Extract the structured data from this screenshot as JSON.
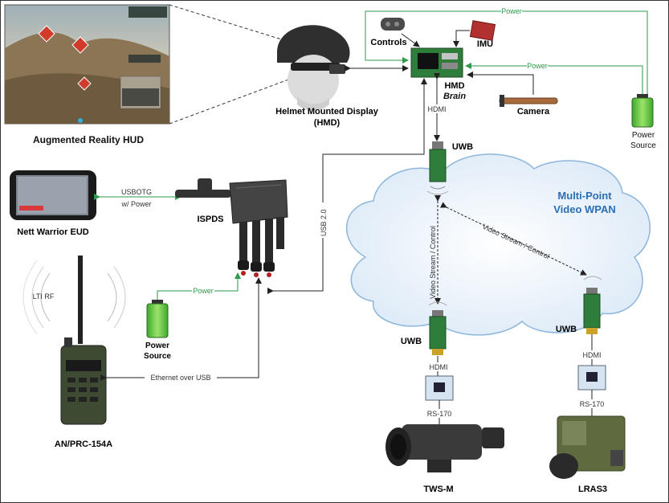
{
  "hud": {
    "title": "Augmented Reality HUD"
  },
  "hmd": {
    "label_line1": "Helmet Mounted Display",
    "label_line2": "(HMD)"
  },
  "brain": {
    "label_line1": "HMD",
    "label_line2": "Brain",
    "controls": "Controls",
    "imu": "IMU",
    "camera": "Camera"
  },
  "power_source_top": {
    "label_line1": "Power",
    "label_line2": "Source"
  },
  "power_source_left": {
    "label_line1": "Power",
    "label_line2": "Source"
  },
  "nett_warrior": {
    "label": "Nett Warrior EUD"
  },
  "ispds": {
    "label": "ISPDS"
  },
  "radio": {
    "label": "AN/PRC-154A",
    "rf_label": "LTI RF"
  },
  "cloud": {
    "line1": "Multi-Point",
    "line2": "Video WPAN"
  },
  "devices": {
    "tws": "TWS-M",
    "lras": "LRAS3"
  },
  "connections": {
    "power_top": "Power",
    "power_mid": "Power",
    "power_left": "Power",
    "hdmi_top": "HDMI",
    "hdmi_left": "HDMI",
    "hdmi_right": "HDMI",
    "usb20": "USB 2.0",
    "usbotg_line1": "USBOTG",
    "usbotg_line2": "w/ Power",
    "ethernet": "Ethernet over USB",
    "rs170_left": "RS-170",
    "rs170_right": "RS-170",
    "video_vertical": "Video Stream / Control",
    "video_diagonal": "Video Stream / Control"
  },
  "uwb": {
    "top": "UWB",
    "left": "UWB",
    "right": "UWB"
  },
  "colors": {
    "power_line": "#2e9a4a",
    "data_line": "#222222",
    "cloud_fill": "#e7f1fb",
    "cloud_stroke": "#8cb6dc",
    "cloud_text": "#2a6fb3",
    "board_green": "#2f7d3a"
  }
}
